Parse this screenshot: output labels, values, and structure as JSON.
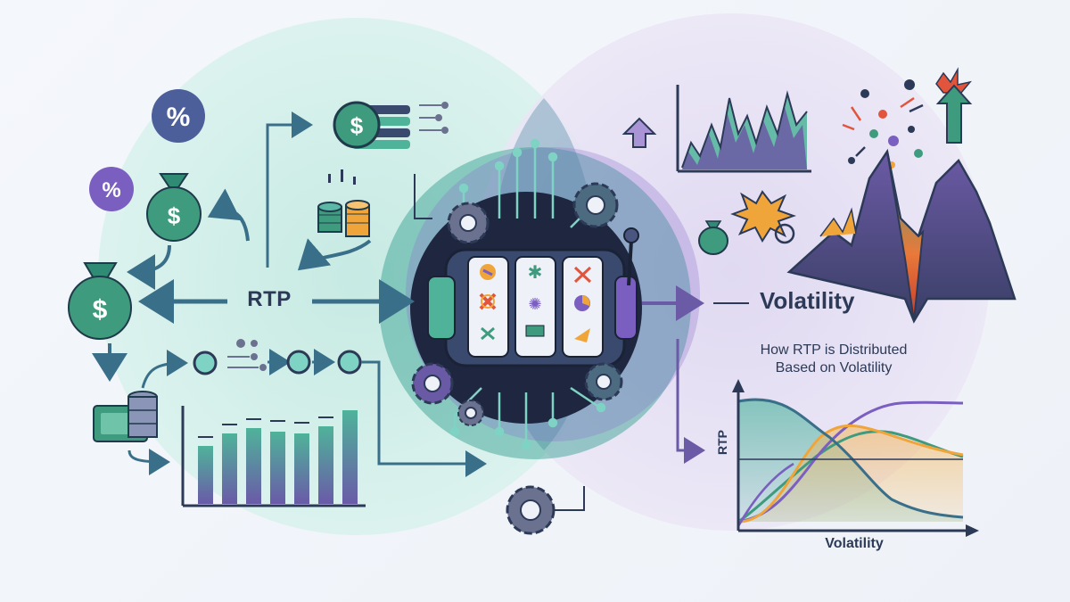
{
  "labels": {
    "rtp": "RTP",
    "volatility": "Volatility",
    "subtitle_line1": "How RTP is Distributed",
    "subtitle_line2": "Based on Volatility",
    "percent_symbol": "%",
    "dollar_symbol": "$"
  },
  "mini_chart": {
    "y_label": "RTP",
    "x_label": "Volatility"
  },
  "colors": {
    "teal": "#7fd3c4",
    "purple": "#a995d6",
    "navy": "#2c3a57",
    "green": "#3f9b7e",
    "orange": "#f0a53a",
    "red": "#e2553c"
  },
  "icons": [
    "percent-badge-icon",
    "money-bag-icon",
    "coin-stack-icon",
    "cash-stack-icon",
    "gear-icon",
    "slot-machine-icon",
    "circuit-icon",
    "explosion-icon",
    "up-arrow-icon",
    "mountain-icon"
  ]
}
